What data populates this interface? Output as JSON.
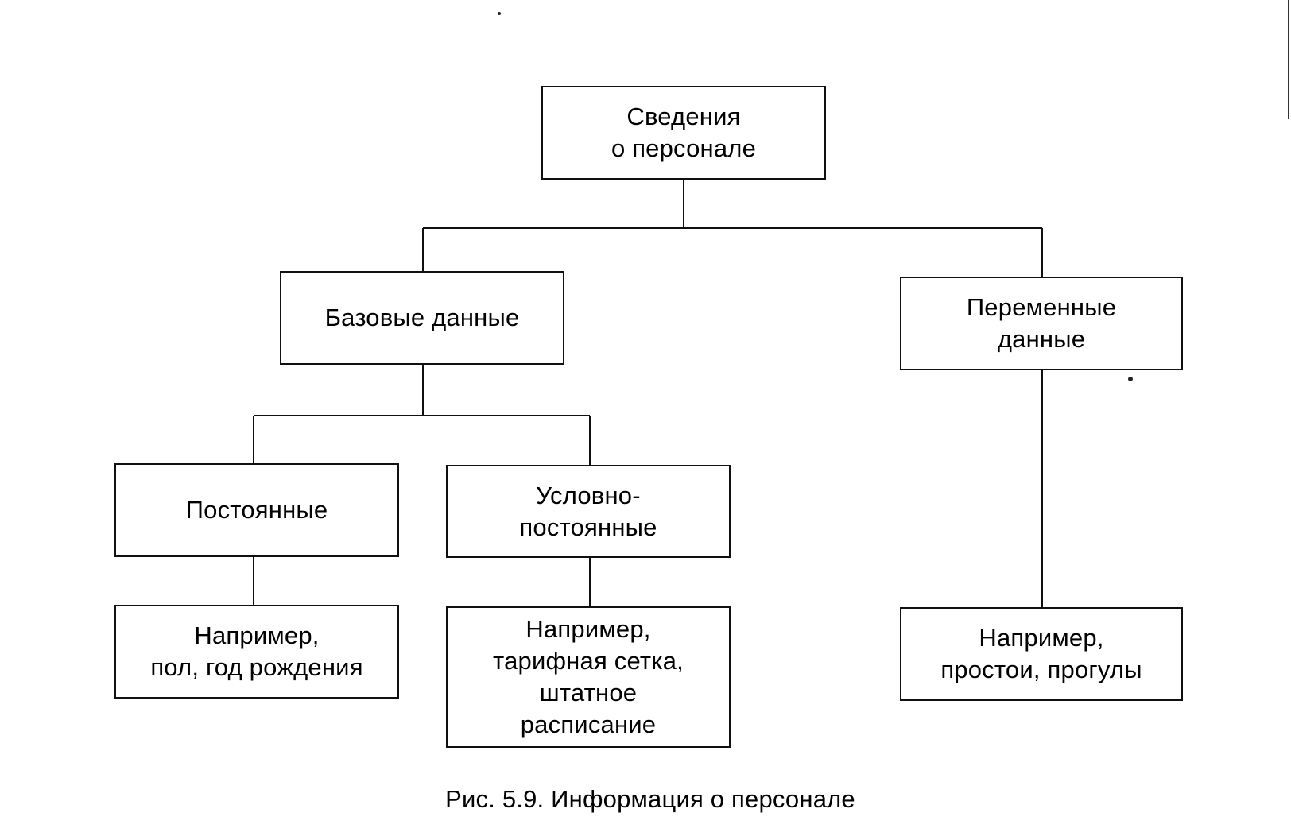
{
  "diagram": {
    "root": {
      "text": "Сведения\nо персонале"
    },
    "base": {
      "text": "Базовые данные"
    },
    "variable": {
      "text": "Переменные\nданные"
    },
    "constant": {
      "text": "Постоянные"
    },
    "semi_constant": {
      "text": "Условно-\nпостоянные"
    },
    "constant_example": {
      "text": "Например,\nпол, год рождения"
    },
    "semi_constant_example": {
      "text": "Например,\nтарифная сетка,\nштатное\nрасписание"
    },
    "variable_example": {
      "text": "Например,\nпростои, прогулы"
    }
  },
  "caption": "Рис. 5.9. Информация о персонале"
}
